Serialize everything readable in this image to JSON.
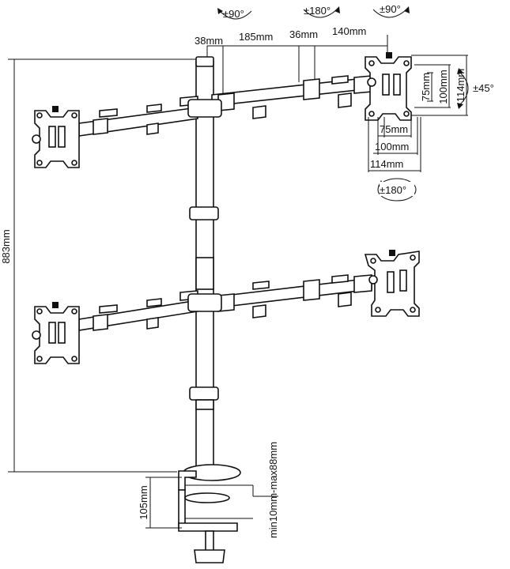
{
  "rotation_labels": {
    "top_left": "±90°",
    "top_center": "±180°",
    "top_right": "±90°",
    "plate_tilt": "±45°",
    "plate_rotate": "±180°"
  },
  "top_dimensions": {
    "d1": "38mm",
    "d2": "185mm",
    "d3": "36mm",
    "d4": "140mm"
  },
  "vesa_dimensions": {
    "v75_vertical": "75mm",
    "v100_vertical": "100mm",
    "v114_vertical": "114mm",
    "v75_horizontal": "75mm",
    "v100_horizontal": "100mm",
    "v114_horizontal": "114mm"
  },
  "height_dimension": "883mm",
  "clamp_dimensions": {
    "clamp_height": "105mm",
    "desk_thickness": "min10mm-max88mm"
  }
}
